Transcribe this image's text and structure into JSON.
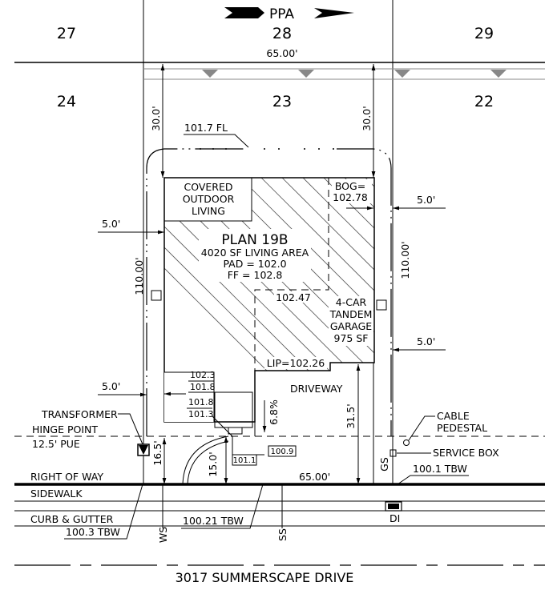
{
  "logo": {
    "text": "PPA"
  },
  "lots": {
    "north_left": "27",
    "north_center": "28",
    "north_right": "29",
    "west": "24",
    "subject": "23",
    "east": "22"
  },
  "dimensions": {
    "lot_width_rear": "65.00'",
    "lot_width_front": "65.00'",
    "rear_setback_left": "30.0'",
    "rear_setback_right": "30.0'",
    "lot_depth_left": "110.00'",
    "lot_depth_right": "110.00'",
    "side_setback_upper_left": "5.0'",
    "side_setback_lower_left": "5.0'",
    "side_setback_upper_right": "5.0'",
    "side_setback_lower_right": "5.0'",
    "front_setback_house": "16.5'",
    "front_setback_walk": "15.0'",
    "garage_setback": "31.5'",
    "driveway_slope": "6.8%"
  },
  "labels": {
    "fl": "101.7 FL",
    "covered_outdoor_living": [
      "COVERED",
      "OUTDOOR",
      "LIVING"
    ],
    "bog": [
      "BOG=",
      "102.78"
    ],
    "plan_name": "PLAN 19B",
    "living_area": "4020 SF LIVING AREA",
    "pad": "PAD = 102.0",
    "ff": "FF = 102.8",
    "garage_elev": "102.47",
    "garage": [
      "4-CAR",
      "TANDEM",
      "GARAGE",
      "975 SF"
    ],
    "lip": "LIP=102.26",
    "driveway": "DRIVEWAY",
    "spot_elevations": [
      "102.3",
      "101.8",
      "101.8",
      "101.3",
      "101.1",
      "100.9"
    ],
    "transformer": "TRANSFORMER",
    "hinge_point": "HINGE POINT",
    "pue": "12.5' PUE",
    "right_of_way": "RIGHT OF WAY",
    "sidewalk": "SIDEWALK",
    "curb_gutter": "CURB & GUTTER",
    "curb_tbw": "100.3 TBW",
    "ws": "WS",
    "ss": "SS",
    "gs": "GS",
    "tbw_center": "100.21 TBW",
    "cable_pedestal": [
      "CABLE",
      "PEDESTAL"
    ],
    "service_box": "SERVICE BOX",
    "tbw_right": "100.1 TBW",
    "di": "DI",
    "street": "3017 SUMMERSCAPE DRIVE"
  }
}
